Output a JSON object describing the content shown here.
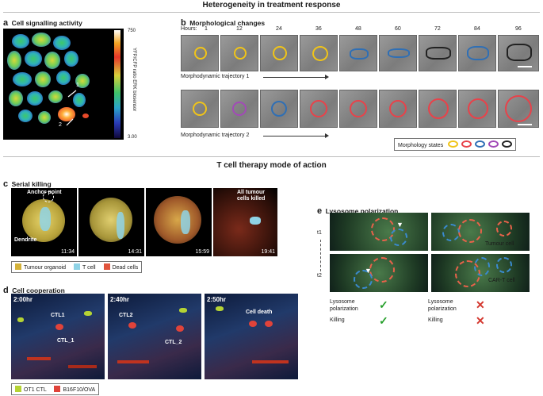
{
  "header_top": "Heterogeneity in treatment response",
  "header_mid": "T cell therapy mode of action",
  "panel_a": {
    "letter": "a",
    "title": "Cell signalling activity",
    "cb_max": "750",
    "cb_min": "3.00",
    "cb_label": "YFP/CFP ratio ERK biosensor",
    "marker1": "1",
    "marker2": "2"
  },
  "panel_b": {
    "letter": "b",
    "title": "Morphological changes",
    "hours_label": "Hours:",
    "hours": [
      "1",
      "12",
      "24",
      "36",
      "48",
      "60",
      "72",
      "84",
      "96"
    ],
    "traj1": "Morphodynamic trajectory 1",
    "traj2": "Morphodynamic trajectory 2",
    "legend_label": "Morphology states",
    "state_colors": [
      "#f0c419",
      "#e8424a",
      "#2f6fb5",
      "#a24ab7",
      "#222222"
    ]
  },
  "panel_c": {
    "letter": "c",
    "title": "Serial killing",
    "anchor": "Anchor point",
    "dendrite": "Dendrite",
    "all_killed": "All tumour cells killed",
    "times": [
      "11:34",
      "14:31",
      "15:59",
      "19:41"
    ],
    "legend": [
      {
        "label": "Tumour organoid",
        "color": "#d4b23a"
      },
      {
        "label": "T cell",
        "color": "#8fd3e6"
      },
      {
        "label": "Dead cells",
        "color": "#e0543c"
      }
    ]
  },
  "panel_d": {
    "letter": "d",
    "title": "Cell cooperation",
    "times": [
      "2:00hr",
      "2:40hr",
      "2:50hr"
    ],
    "labels_1": [
      "CTL1",
      "CTL_1"
    ],
    "labels_2": [
      "CTL2",
      "CTL_2"
    ],
    "label_3": "Cell death",
    "legend": [
      {
        "label": "OT1 CTL",
        "color": "#b5d334"
      },
      {
        "label": "B16F10/OVA",
        "color": "#e0433a"
      }
    ]
  },
  "panel_e": {
    "letter": "e",
    "title": "Lysosome polarization",
    "t1": "t1",
    "t2": "t2",
    "tumour": "Tumour cell",
    "cart": "CAR-T cell",
    "lyso": "Lysosome polarization",
    "killing": "Killing",
    "tick": "✓",
    "cross": "✕",
    "tumour_color": "#e8624a",
    "cart_color": "#3a8ad0"
  }
}
